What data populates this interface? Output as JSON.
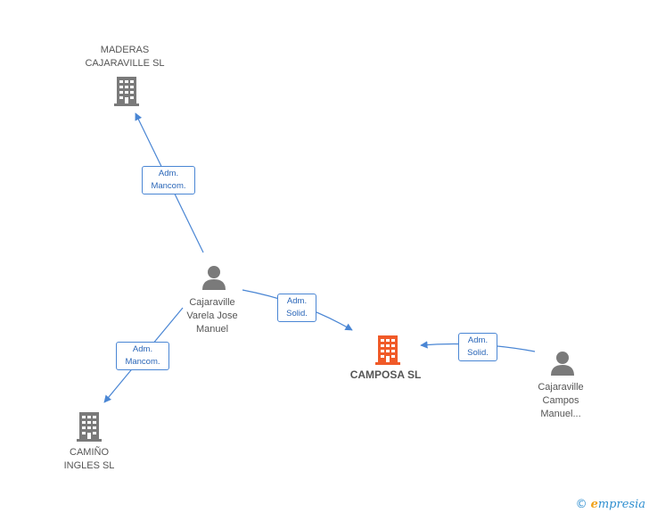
{
  "nodes": {
    "maderas": {
      "line1": "MADERAS",
      "line2": "CAJARAVILLE SL",
      "icon": "building-icon"
    },
    "camino": {
      "line1": "CAMIÑO",
      "line2": "INGLES SL",
      "icon": "building-icon"
    },
    "camposa": {
      "line1": "CAMPOSA SL",
      "icon": "building-icon",
      "color": "#f05a28"
    },
    "varela": {
      "line1": "Cajaraville",
      "line2": "Varela Jose",
      "line3": "Manuel",
      "icon": "person-icon"
    },
    "campos": {
      "line1": "Cajaraville",
      "line2": "Campos",
      "line3": "Manuel...",
      "icon": "person-icon"
    }
  },
  "edges": {
    "varela_maderas": {
      "line1": "Adm.",
      "line2": "Mancom."
    },
    "varela_camino": {
      "line1": "Adm.",
      "line2": "Mancom."
    },
    "varela_camposa": {
      "line1": "Adm.",
      "line2": "Solid."
    },
    "campos_camposa": {
      "line1": "Adm.",
      "line2": "Solid."
    }
  },
  "colors": {
    "edge": "#4a86d4",
    "icon": "#7a7a7a",
    "focus": "#f05a28"
  },
  "watermark": {
    "copyright": "©",
    "brand_e": "e",
    "brand_rest": "mpresia"
  }
}
